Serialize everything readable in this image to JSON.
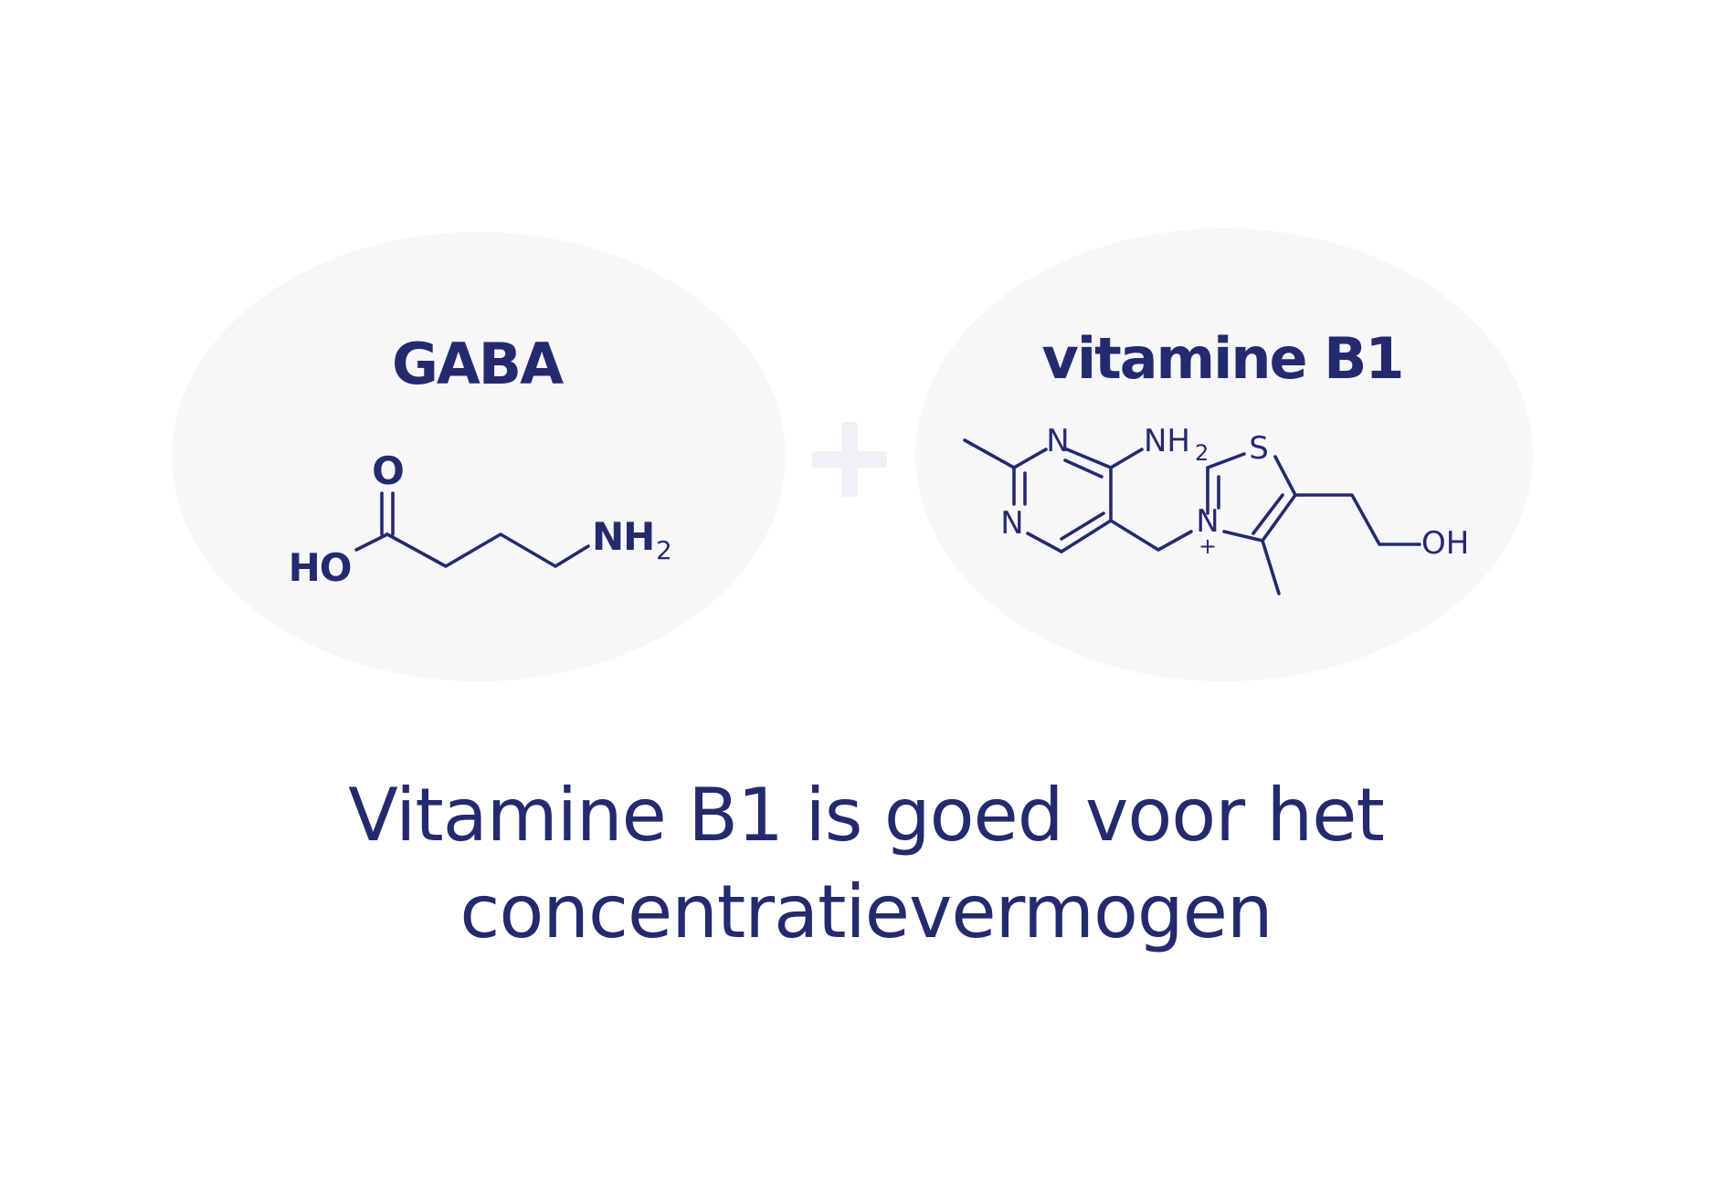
{
  "colors": {
    "ink": "#242a6e",
    "bubble": "#f7f7fa",
    "plus": "#f1f1f5",
    "background": "#ffffff"
  },
  "gaba": {
    "title": "GABA",
    "atoms": {
      "oxygen": "O",
      "hydroxyl": "HO",
      "amine": "NH",
      "amine_subscript": "2"
    }
  },
  "vitamin_b1": {
    "title": "vitamine B1",
    "atoms": {
      "ring_n_top": "N",
      "ring_n_bottom": "N",
      "amine": "NH",
      "amine_subscript": "2",
      "sulfur": "S",
      "thiazolium_n": "N",
      "charge": "+",
      "hydroxyl": "OH"
    }
  },
  "plus_icon": "plus-icon",
  "caption": {
    "line1": "Vitamine B1 is goed voor het",
    "line2": "concentratievermogen"
  }
}
